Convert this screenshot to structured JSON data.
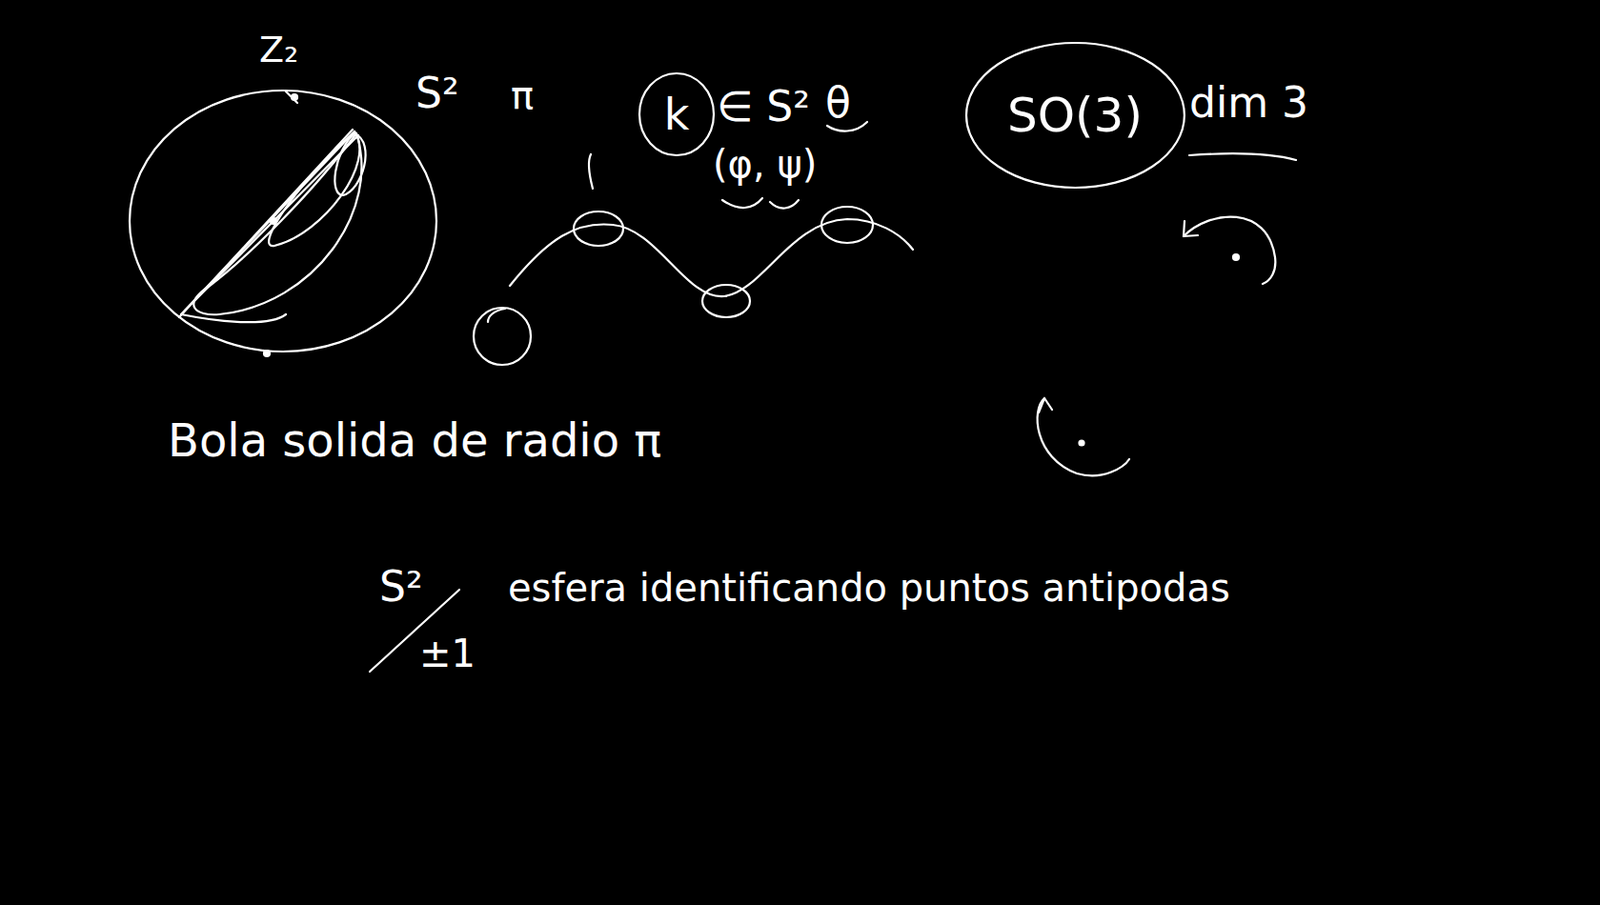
{
  "diagram": {
    "nodes": [
      {
        "text": [
          "k"
        ]
      },
      {
        "text": [
          "SO(3)"
        ]
      }
    ],
    "labels": [
      "Z₂",
      "S²",
      "π",
      "∈ S²",
      "θ",
      "(φ, ψ)",
      "dim 3",
      "Bola solida de radio π",
      "S²",
      "±1",
      "esfera identificando puntos antipodas"
    ]
  }
}
